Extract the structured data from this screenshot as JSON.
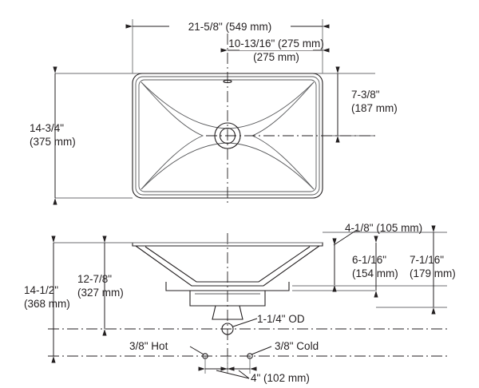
{
  "drawing": {
    "type": "engineering-dimensional-drawing",
    "subject": "undermount rectangular bathroom sink",
    "views": [
      {
        "name": "plan-view",
        "label": ""
      },
      {
        "name": "section-view",
        "label": ""
      }
    ]
  },
  "dimensions": {
    "plan": {
      "overall_width": "21-5/8\" (549 mm)",
      "center_to_right": "10-13/16\" (275 mm)",
      "overall_depth": "14-3/4\" (375 mm)",
      "front_to_center": "7-3/8\" (187 mm)"
    },
    "section": {
      "rim_to_floor": "14-1/2\" (368 mm)",
      "rim_to_drain_outlet": "12-7/8\" (327 mm)",
      "rim_thickness": "4-1/8\" (105 mm)",
      "bowl_depth": "6-1/16\" (154 mm)",
      "overall_height": "7-1/16\" (179 mm)"
    },
    "plumbing": {
      "drain_outlet": "1-1/4\" OD",
      "hot_supply": "3/8\" Hot",
      "cold_supply": "3/8\" Cold",
      "supply_spacing": "4\" (102 mm)"
    }
  },
  "colors": {
    "line": "#231f20",
    "thin_line": "#58595b",
    "extension_line": "#6d6e71",
    "background": "#ffffff"
  }
}
